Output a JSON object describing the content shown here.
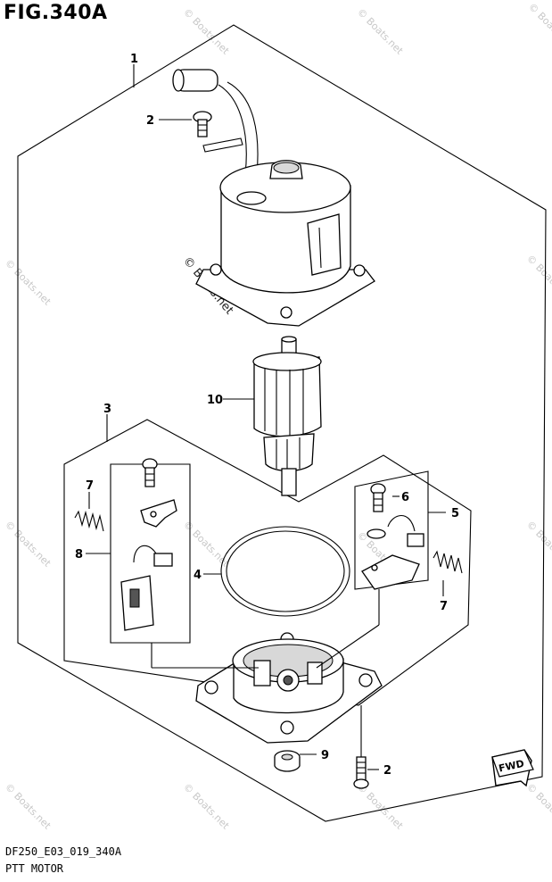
{
  "figure": {
    "title": "FIG.340A",
    "code": "DF250_E03_019_340A",
    "name": "PTT MOTOR"
  },
  "watermark": {
    "text": "© Boats.net",
    "large_text": "© Boats.net"
  },
  "direction_tag": "FWD",
  "callouts": [
    {
      "id": "c1",
      "label": "1"
    },
    {
      "id": "c2a",
      "label": "2"
    },
    {
      "id": "c3",
      "label": "3"
    },
    {
      "id": "c4",
      "label": "4"
    },
    {
      "id": "c5",
      "label": "5"
    },
    {
      "id": "c6",
      "label": "6"
    },
    {
      "id": "c7a",
      "label": "7"
    },
    {
      "id": "c7b",
      "label": "7"
    },
    {
      "id": "c8",
      "label": "8"
    },
    {
      "id": "c9",
      "label": "9"
    },
    {
      "id": "c10",
      "label": "10"
    },
    {
      "id": "c2b",
      "label": "2"
    }
  ],
  "colors": {
    "line": "#000000",
    "watermark": "#c8c8c8",
    "background": "#ffffff"
  }
}
